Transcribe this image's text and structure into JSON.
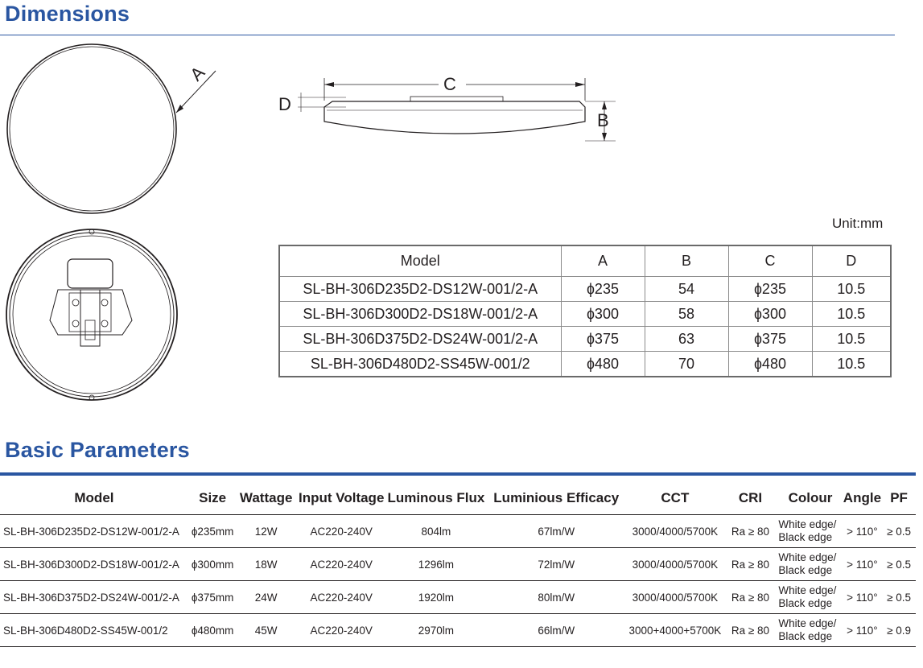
{
  "dimensions": {
    "title": "Dimensions",
    "unit": "Unit:mm",
    "drawing_labels": {
      "a": "A",
      "b": "B",
      "c": "C",
      "d": "D"
    },
    "table": {
      "headers": [
        "Model",
        "A",
        "B",
        "C",
        "D"
      ],
      "rows": [
        [
          "SL-BH-306D235D2-DS12W-001/2-A",
          "ɸ235",
          "54",
          "ɸ235",
          "10.5"
        ],
        [
          "SL-BH-306D300D2-DS18W-001/2-A",
          "ɸ300",
          "58",
          "ɸ300",
          "10.5"
        ],
        [
          "SL-BH-306D375D2-DS24W-001/2-A",
          "ɸ375",
          "63",
          "ɸ375",
          "10.5"
        ],
        [
          "SL-BH-306D480D2-SS45W-001/2",
          "ɸ480",
          "70",
          "ɸ480",
          "10.5"
        ]
      ]
    }
  },
  "parameters": {
    "title": "Basic Parameters",
    "headers": [
      "Model",
      "Size",
      "Wattage",
      "Input Voltage",
      "Luminous Flux",
      "Luminious Efficacy",
      "CCT",
      "CRI",
      "Colour",
      "Angle",
      "PF"
    ],
    "rows": [
      [
        "SL-BH-306D235D2-DS12W-001/2-A",
        "ɸ235mm",
        "12W",
        "AC220-240V",
        "804lm",
        "67lm/W",
        "3000/4000/5700K",
        "Ra ≥ 80",
        "White edge/ Black edge",
        "> 110°",
        "≥ 0.5"
      ],
      [
        "SL-BH-306D300D2-DS18W-001/2-A",
        "ɸ300mm",
        "18W",
        "AC220-240V",
        "1296lm",
        "72lm/W",
        "3000/4000/5700K",
        "Ra ≥ 80",
        "White edge/ Black edge",
        "> 110°",
        "≥ 0.5"
      ],
      [
        "SL-BH-306D375D2-DS24W-001/2-A",
        "ɸ375mm",
        "24W",
        "AC220-240V",
        "1920lm",
        "80lm/W",
        "3000/4000/5700K",
        "Ra ≥ 80",
        "White edge/ Black edge",
        "> 110°",
        "≥ 0.5"
      ],
      [
        "SL-BH-306D480D2-SS45W-001/2",
        "ɸ480mm",
        "45W",
        "AC220-240V",
        "2970lm",
        "66lm/W",
        "3000+4000+5700K",
        "Ra ≥ 80",
        "White edge/ Black edge",
        "> 110°",
        "≥ 0.9"
      ]
    ]
  },
  "colors": {
    "accent": "#2a56a1",
    "text": "#231f20"
  }
}
